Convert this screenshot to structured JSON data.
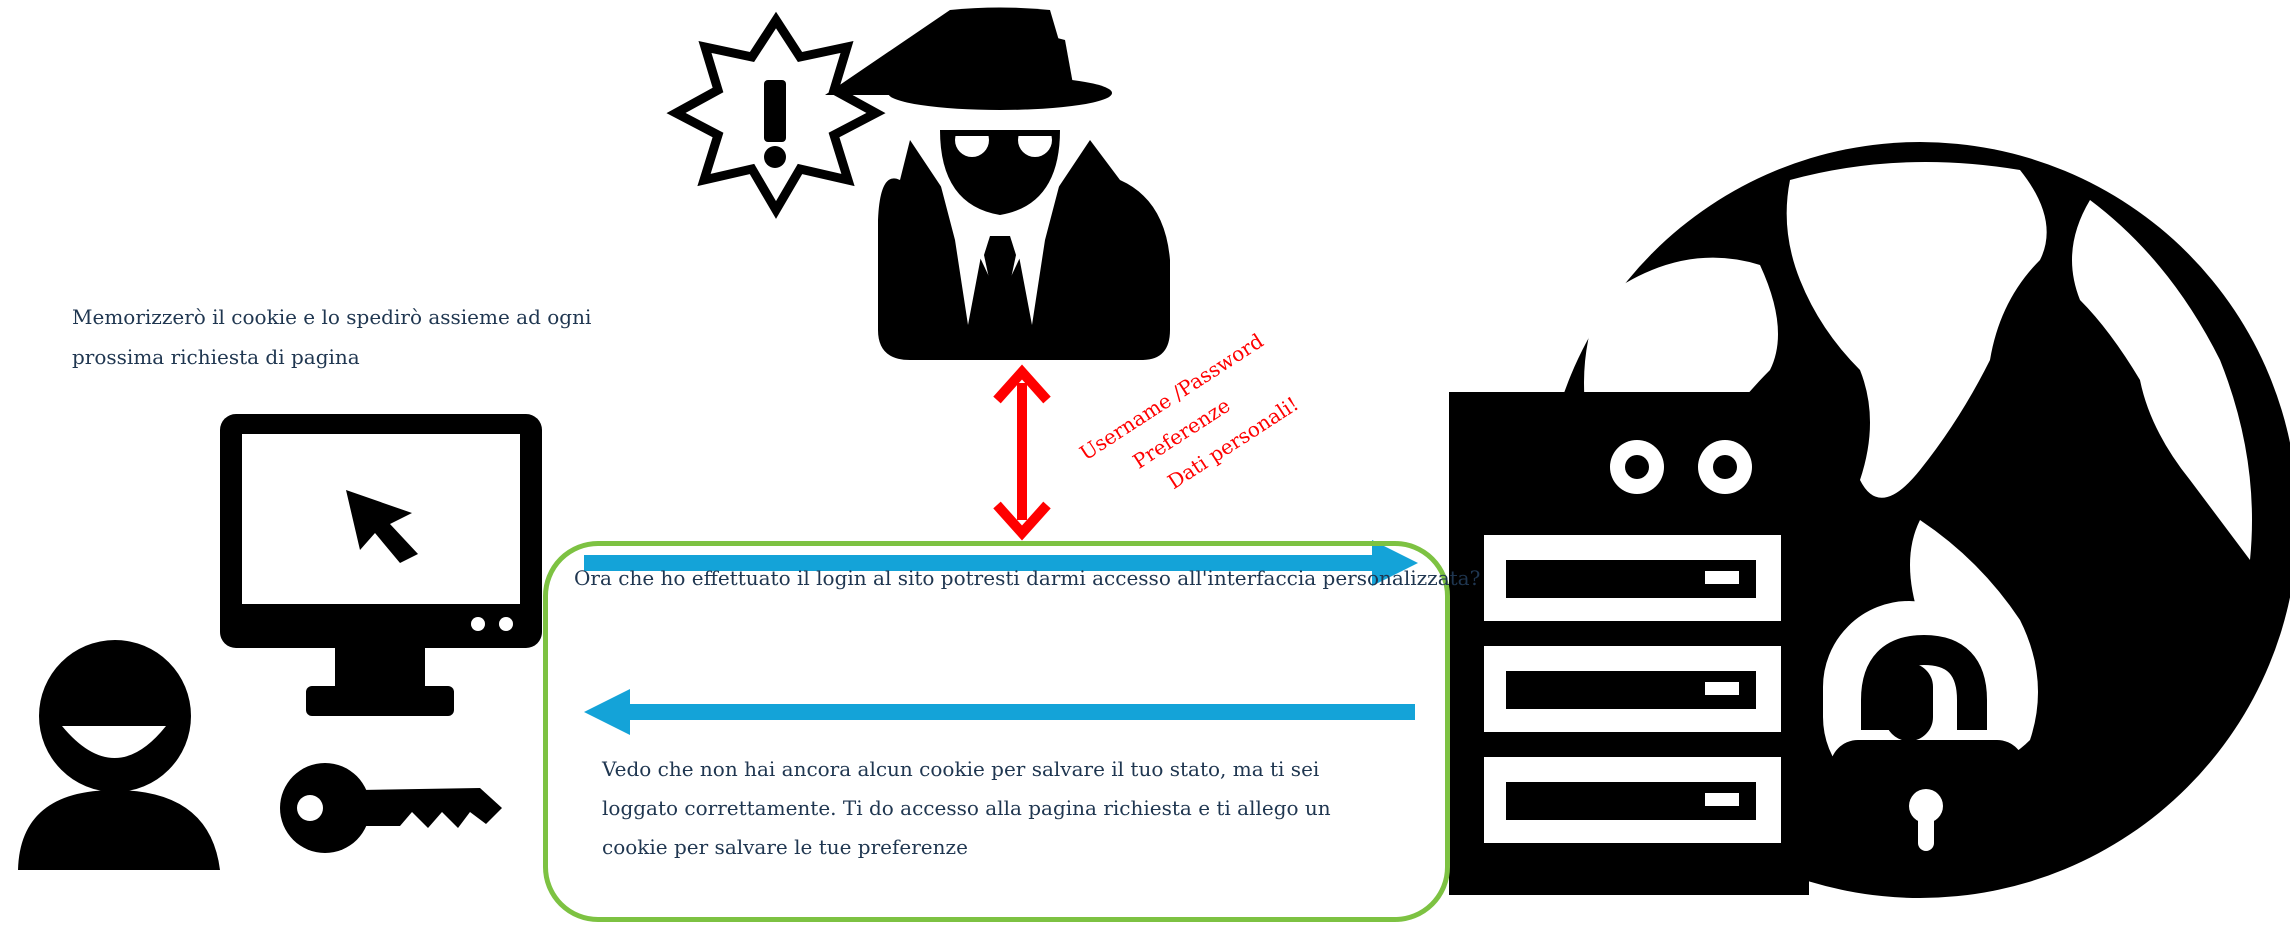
{
  "client_note": "Memorizzerò il cookie e lo spedirò assieme ad ogni prossima richiesta di pagina",
  "request_message": "Ora che ho effettuato il login al sito potresti darmi accesso all'interfaccia personalizzata?",
  "response_message": "Vedo che non hai ancora alcun cookie per salvare il tuo stato, ma ti sei loggato correttamente. Ti do accesso alla pagina richiesta e ti allego un cookie per salvare le tue preferenze",
  "threat_labels": {
    "line1": "Username /Password",
    "line2": "Preferenze",
    "line3": "Dati personali!"
  },
  "icons": [
    "user-icon",
    "monitor-icon",
    "cursor-icon",
    "key-icon",
    "spy-icon",
    "warning-icon",
    "server-icon",
    "globe-icon",
    "padlock-icon"
  ],
  "colors": {
    "arrow_blue": "#14a3d8",
    "threat_red": "#ff0000",
    "box_green": "#7dc242",
    "icon_black": "#000000"
  }
}
